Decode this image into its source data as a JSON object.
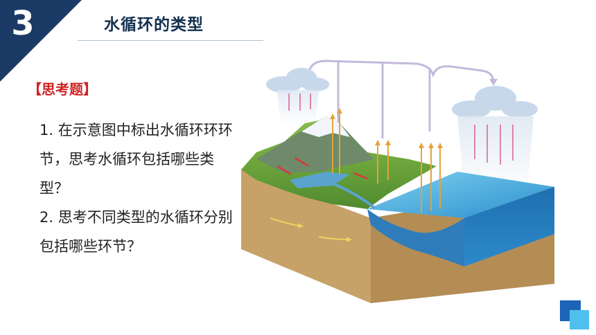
{
  "slide": {
    "section_number": "3",
    "title": "水循环的类型",
    "heading": "【思考题】",
    "questions": [
      "1. 在示意图中标出水循环环环节，思考水循环包括哪些类型？",
      "2. 思考不同类型的水循环分别包括哪些环节？"
    ]
  },
  "colors": {
    "corner": "#1b3a66",
    "title": "#13304f",
    "heading": "#d02424",
    "ocean": "#2a8fce",
    "soil": "#c6a168",
    "logo_dark": "#1d63b8",
    "logo_light": "#4fc0ee"
  },
  "diagram": {
    "illustration": "water-cycle-block-diagram",
    "clouds": 2,
    "rain_areas": [
      "over-land",
      "over-ocean"
    ]
  }
}
